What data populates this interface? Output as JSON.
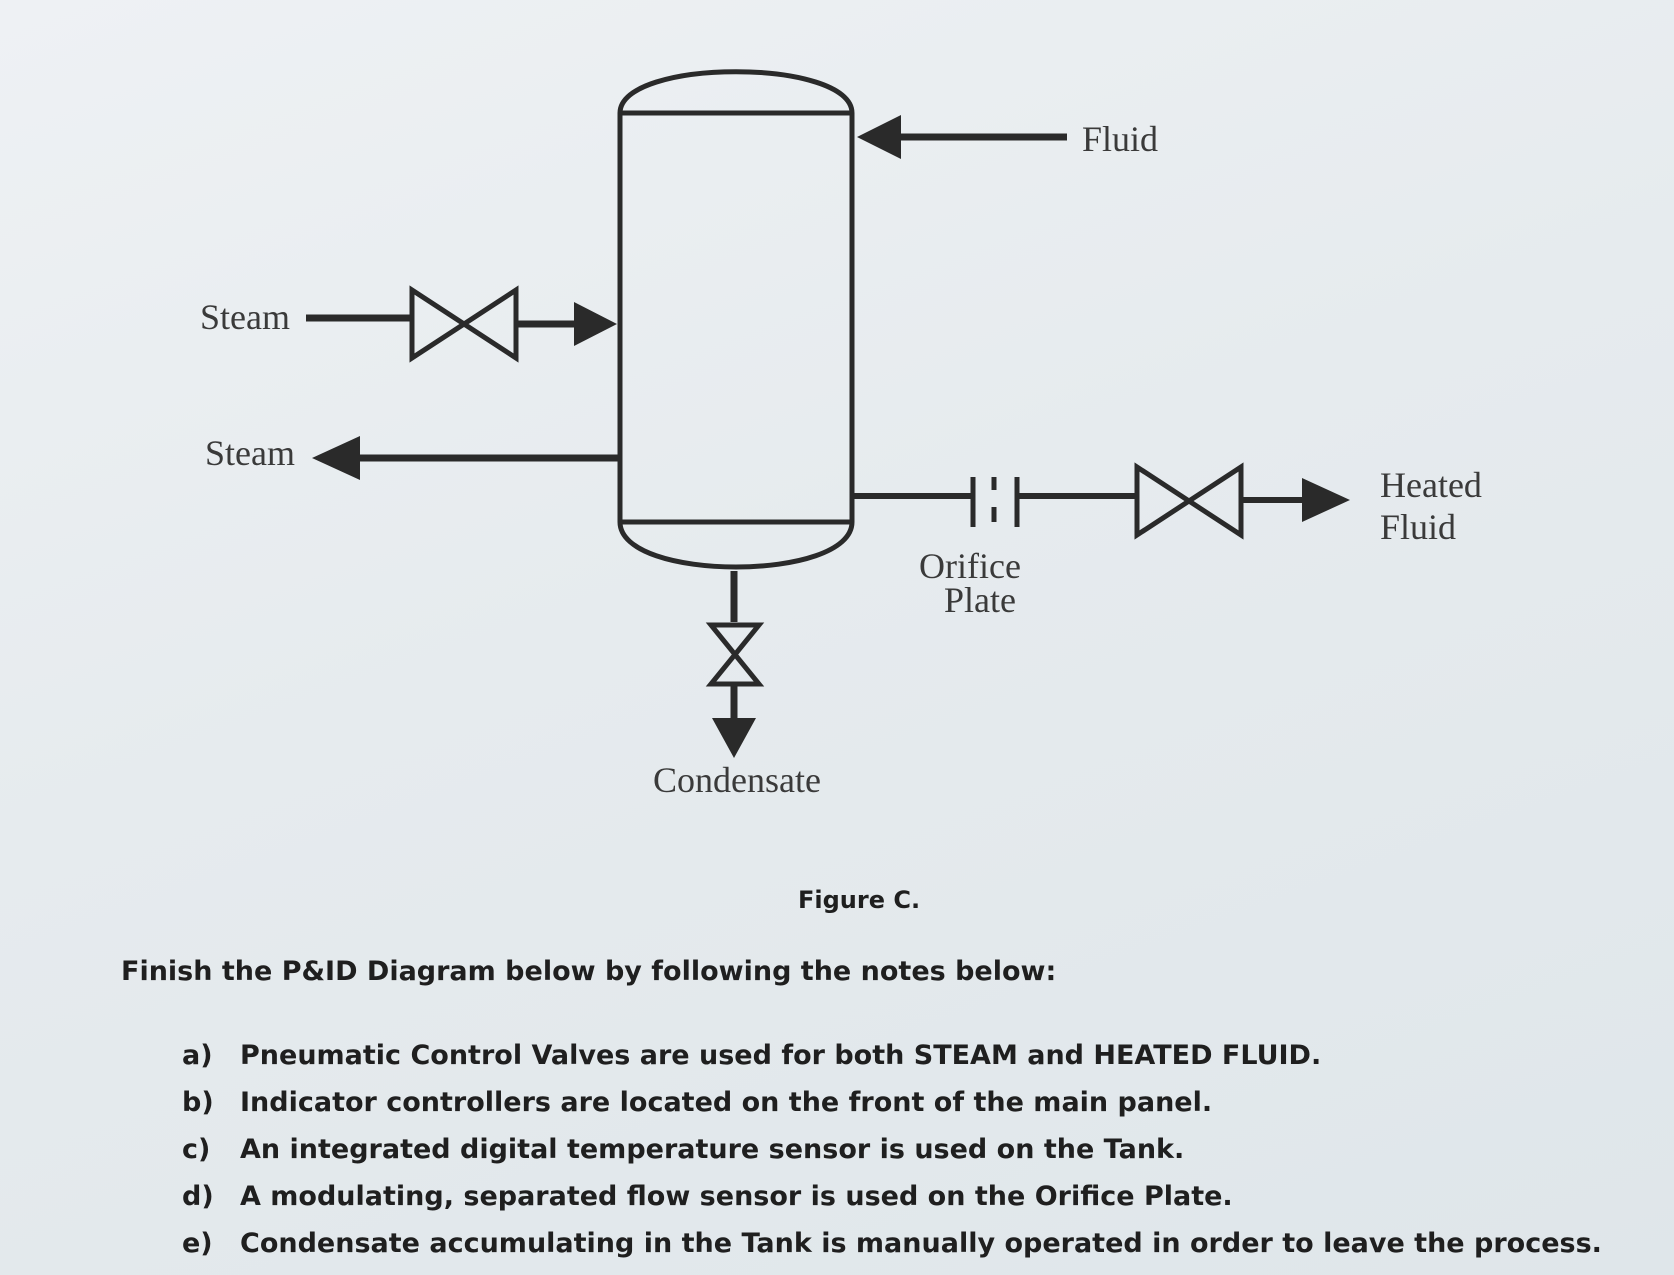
{
  "diagram": {
    "labels": {
      "steam_in": "Steam",
      "steam_out": "Steam",
      "fluid": "Fluid",
      "heated_line1": "Heated",
      "heated_line2": "Fluid",
      "orifice_line1": "Orifice",
      "orifice_line2": "Plate",
      "condensate": "Condensate"
    },
    "caption": "Figure C."
  },
  "instructions": {
    "heading": "Finish the P&ID Diagram below by following the notes below:",
    "notes": [
      {
        "marker": "a)",
        "text": "Pneumatic Control Valves are used for both STEAM and HEATED FLUID."
      },
      {
        "marker": "b)",
        "text": "Indicator controllers are located on the front of the main panel."
      },
      {
        "marker": "c)",
        "text": "An integrated digital temperature sensor is used on the Tank."
      },
      {
        "marker": "d)",
        "text": "A modulating, separated flow sensor is used on the Orifice Plate."
      },
      {
        "marker": "e)",
        "text": "Condensate accumulating in the Tank is manually operated in order to leave the process."
      }
    ]
  },
  "colors": {
    "background": "#e9edf0",
    "stroke": "#2a2a2a",
    "text": "#1f1f1f"
  }
}
